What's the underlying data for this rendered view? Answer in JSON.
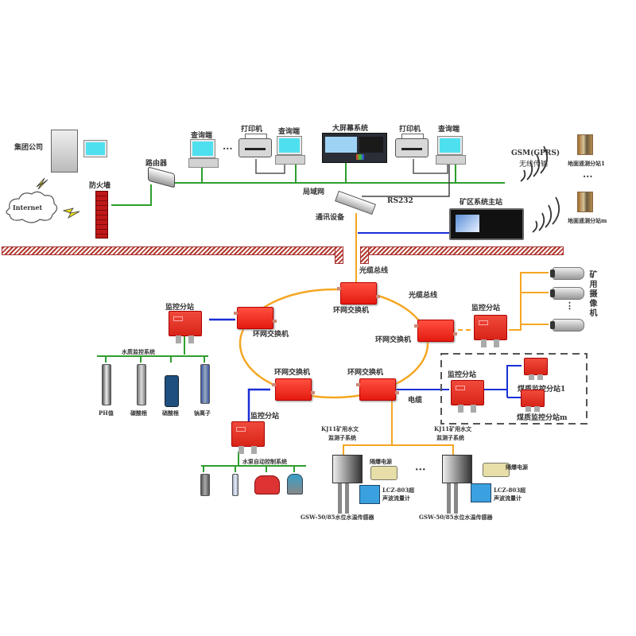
{
  "top_network": {
    "group_company": "集团公司",
    "internet": "Internet",
    "firewall": "防火墙",
    "router": "路由器",
    "query_terminal_1": "查询端",
    "ellipsis_1": "···",
    "printer_1": "打印机",
    "query_terminal_2": "查询端",
    "big_screen": "大屏幕系统",
    "printer_2": "打印机",
    "query_terminal_3": "查询端",
    "lan": "局域网",
    "rs232": "RS232",
    "comm_device": "通讯设备",
    "mine_master_station": "矿区系统主站",
    "gsm": "GSM(GPRS)",
    "wireless": "无线传输",
    "remote_station_1": "地面遥测分站1",
    "remote_ellipsis": "···",
    "remote_station_n": "地面遥测分站m"
  },
  "ring_network": {
    "fiber_bus_1": "光缆总线",
    "fiber_bus_2": "光缆总线",
    "switch_top": "环网交换机",
    "switch_left": "环网交换机",
    "switch_right": "环网交换机",
    "switch_bottom_left": "环网交换机",
    "switch_bottom_right": "环网交换机",
    "cable": "电缆"
  },
  "monitor_left": {
    "station": "监控分站",
    "system": "水质监控系统",
    "sensors": [
      "PH值",
      "碳酸根",
      "硝酸根",
      "钠离子"
    ]
  },
  "monitor_right": {
    "station": "监控分站",
    "cameras_label": "矿用摄像机",
    "ellipsis": "⋮"
  },
  "coal_box": {
    "station": "监控分站",
    "sub_1": "煤质监控分站1",
    "sub_n": "煤质监控分站m"
  },
  "pump_system": {
    "station": "监控分站",
    "system": "水泵自动控制系统"
  },
  "hydro_1": {
    "system": "KJ11矿用水文\n监测子系统",
    "system_l1": "KJ11矿用水文",
    "system_l2": "监测子系统",
    "power": "隔爆电源",
    "meter_l1": "LCZ-803超",
    "meter_l2": "声波流量计",
    "sensor": "GSW-50/85水位水温传感器"
  },
  "hydro_ellipsis": "···",
  "hydro_2": {
    "system_l1": "KJ11矿用水文",
    "system_l2": "监测子系统",
    "power": "隔爆电源",
    "meter_l1": "LCZ-803超",
    "meter_l2": "声波流量计",
    "sensor": "GSW-50/85水位水温传感器"
  },
  "colors": {
    "lan_line": "#2e9e2e",
    "fiber_line": "#f5a623",
    "cable_line": "#1a2fd6",
    "device_red": "#e8281c",
    "wall_hatch": "#b13a2f"
  }
}
